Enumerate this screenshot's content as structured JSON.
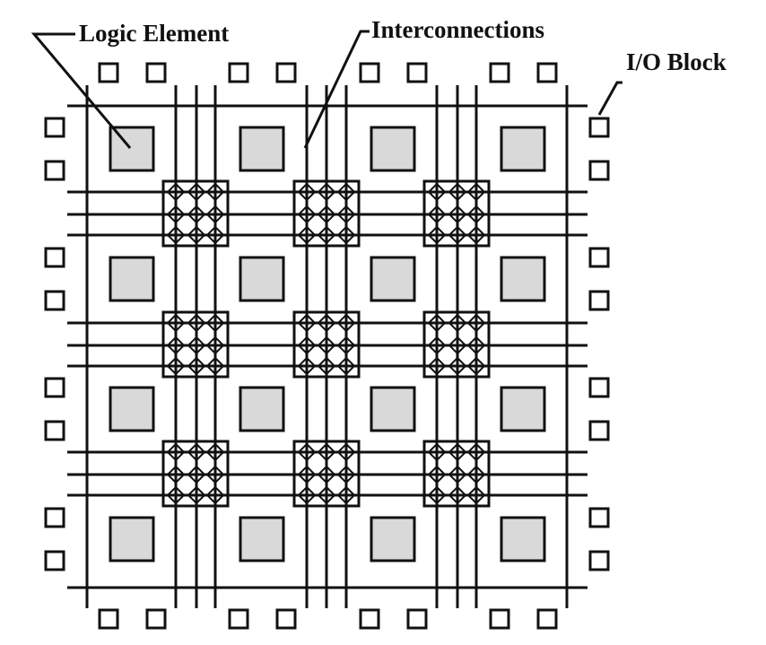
{
  "labels": {
    "logic_element": "Logic Element",
    "interconnections": "Interconnections",
    "io_block": "I/O Block"
  },
  "grid": {
    "rows": 4,
    "cols": 4,
    "switch_rows": 3,
    "switch_cols": 3
  },
  "colors": {
    "stroke": "#111111",
    "logic_fill": "#d9d9d9",
    "background": "#ffffff"
  }
}
